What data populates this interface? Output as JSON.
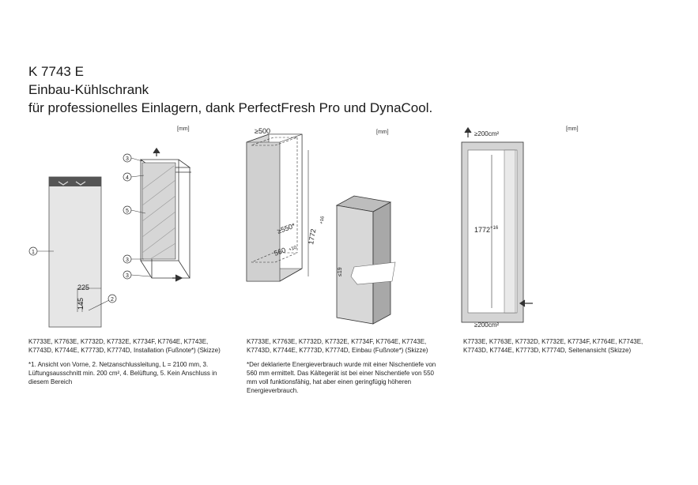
{
  "header": {
    "model": "K 7743 E",
    "type": "Einbau-Kühlschrank",
    "tagline": "für professionelles Einlagern, dank PerfectFresh Pro und DynaCool."
  },
  "unit_label": "[mm]",
  "figure1": {
    "callouts": [
      "1",
      "2",
      "3",
      "4",
      "5",
      "3",
      "3"
    ],
    "dim_225": "225",
    "dim_145": "145"
  },
  "figure2": {
    "dim_depth": "≥500",
    "dim_height": "1772",
    "dim_height_tol": "+16",
    "dim_550": "≥550*",
    "dim_560": "560",
    "dim_560_tol": "+10",
    "dim_19": "≤19"
  },
  "figure3": {
    "vent_top": "≥200cm²",
    "vent_bottom": "≥200cm²",
    "dim_height": "1772",
    "dim_height_tol": "+16"
  },
  "captions": {
    "c1_models": "K7733E, K7763E, K7732D, K7732E, K7734F, K7764E, K7743E, K7743D, K7744E, K7773D, K7774D, Installation (Fußnote*) (Skizze)",
    "c1_note": "*1.          Ansicht von Vorne, 2. Netzanschlussleitung, L = 2100 mm, 3. Lüftungsausschnitt min. 200 cm², 4.       Belüftung, 5. Kein Anschluss in diesem Bereich",
    "c2_models": "K7733E, K7763E,  K7732D, K7732E, K7734F, K7764E, K7743E, K7743D, K7744E, K7773D, K7774D, Einbau (Fußnote*) (Skizze)",
    "c2_note": "*Der deklarierte Energieverbrauch wurde mit einer Nischentiefe von 560 mm ermittelt. Das Kältegerät ist bei einer Nischentiefe von 550 mm voll funktionsfähig, hat aber einen geringfügig höheren Energieverbrauch.",
    "c3_models": "K7733E, K7763E, K7732D, K7732E, K7734F, K7764E, K7743E, K7743D, K7744E, K7773D, K7774D, Seitenansicht (Skizze)"
  }
}
